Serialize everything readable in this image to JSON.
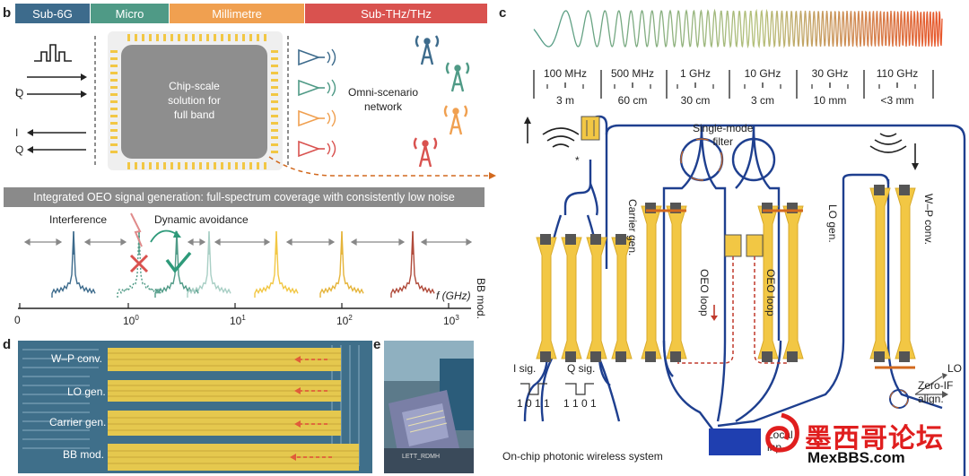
{
  "panels": {
    "b": "b",
    "c": "c",
    "d": "d",
    "e": "e"
  },
  "bands": [
    {
      "label": "Sub-6G",
      "color": "#3d6b8c"
    },
    {
      "label": "Micro",
      "color": "#4f9a86"
    },
    {
      "label": "Millimetre",
      "color": "#f0a050"
    },
    {
      "label": "Sub-THz/THz",
      "color": "#d9524f"
    }
  ],
  "b": {
    "input_i": "I",
    "input_q": "Q",
    "output_i": "I",
    "output_q": "Q",
    "chip_line1": "Chip-scale",
    "chip_line2": "solution for",
    "chip_line3": "full band",
    "network_line1": "Omni-scenario",
    "network_line2": "network",
    "banner": "Integrated OEO signal generation: full-spectrum coverage with consistently low noise",
    "interference": "Interference",
    "avoidance": "Dynamic avoidance",
    "axis_label": "f (GHz)",
    "ticks": [
      {
        "base": "0",
        "exp": ""
      },
      {
        "base": "10",
        "exp": "0"
      },
      {
        "base": "10",
        "exp": "1"
      },
      {
        "base": "10",
        "exp": "2"
      },
      {
        "base": "10",
        "exp": "3"
      }
    ]
  },
  "c": {
    "scale": [
      {
        "freq": "100 MHz",
        "wave": "3 m"
      },
      {
        "freq": "500 MHz",
        "wave": "60 cm"
      },
      {
        "freq": "1 GHz",
        "wave": "30 cm"
      },
      {
        "freq": "10 GHz",
        "wave": "3 cm"
      },
      {
        "freq": "30 GHz",
        "wave": "10 mm"
      },
      {
        "freq": "110 GHz",
        "wave": "<3 mm"
      }
    ],
    "filter_line1": "Single-mode",
    "filter_line2": "filter",
    "bb_mod": "BB mod.",
    "carrier_gen": "Carrier gen.",
    "oeo_loop_left": "OEO loop",
    "oeo_loop_right": "OEO loop",
    "lo_gen": "LO gen.",
    "wp_conv": "W–P conv.",
    "i_sig": "I sig.",
    "q_sig": "Q sig.",
    "i_bits": "1 0 1 1",
    "q_bits": "1 1 0 1",
    "lo": "LO",
    "zero_if_line1": "Zero-IF",
    "zero_if_line2": "align.",
    "local_line1": "Local",
    "local_line2": "inp.",
    "system": "On-chip photonic wireless system",
    "star": "*"
  },
  "d": {
    "labels": [
      "W–P conv.",
      "LO gen.",
      "Carrier gen.",
      "BB mod."
    ]
  },
  "e": {
    "chip_text": "LETT_RDMH"
  },
  "watermark": {
    "main": "墨西哥论坛",
    "sub": "MexBBS.com"
  },
  "colors": {
    "waveguide": "#1e3f8f",
    "electrode": "#f2c744",
    "chip": "#8a8a8a",
    "arrow_red": "#c0392b"
  }
}
